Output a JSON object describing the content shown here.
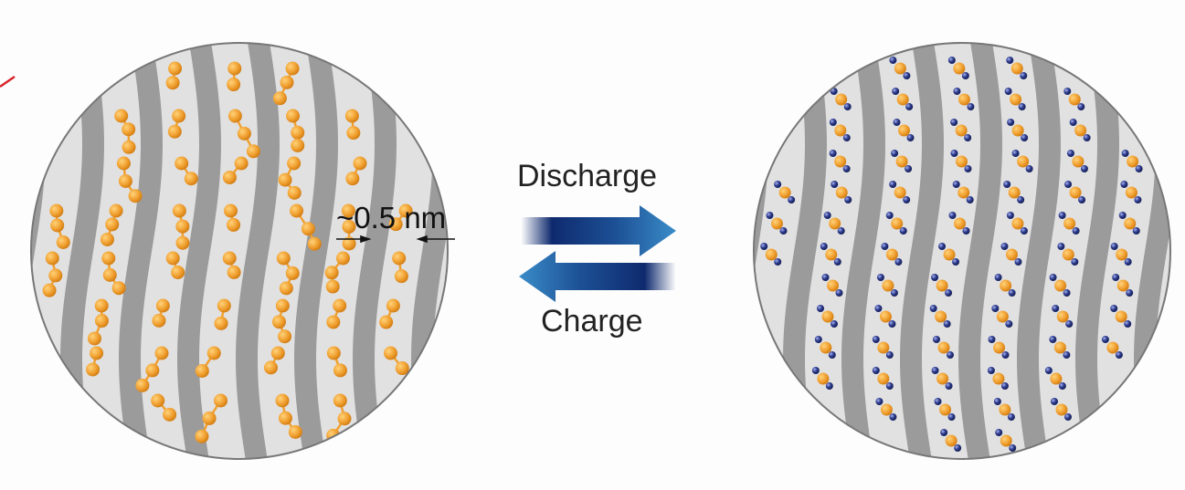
{
  "labels": {
    "discharge": "Discharge",
    "charge": "Charge",
    "spacing": "~0.5 nm"
  },
  "colors": {
    "stripe_dark": "#9b9b9b",
    "stripe_light": "#e1e1e1",
    "atom_orange": "#f0a030",
    "bond": "#f0a030",
    "atom_blue": "#2b3a8c",
    "arrow_dark": "#0f2a6e",
    "arrow_light": "#3a8cc8",
    "mark_red": "#d8232a"
  },
  "icons": [
    "check-mark-icon",
    "discharge-arrow-icon",
    "charge-arrow-icon",
    "dimension-arrow-icon"
  ]
}
